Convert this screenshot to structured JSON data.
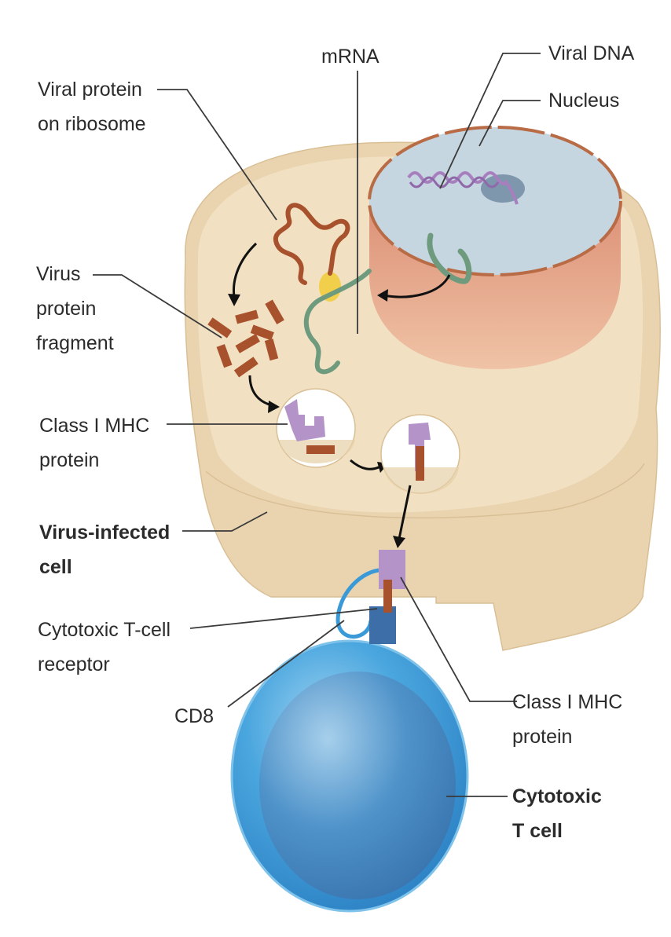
{
  "labels": {
    "mrna": "mRNA",
    "viral_dna": "Viral DNA",
    "nucleus": "Nucleus",
    "viral_protein_ribosome": [
      "Viral protein",
      "on ribosome"
    ],
    "virus_protein_fragment": [
      "Virus",
      "protein",
      "fragment"
    ],
    "class1_mhc_left": [
      "Class I MHC",
      "protein"
    ],
    "virus_infected_cell": [
      "Virus-infected",
      "cell"
    ],
    "tcell_receptor": [
      "Cytotoxic T-cell",
      "receptor"
    ],
    "cd8": "CD8",
    "class1_mhc_right": [
      "Class I MHC",
      "protein"
    ],
    "cytotoxic_tcell": [
      "Cytotoxic",
      "T cell"
    ]
  },
  "colors": {
    "cell_fill": "#ecd7b4",
    "cell_top": "#f1dfbf",
    "nucleus_fill": "#c8d8e2",
    "nucleus_side": "#e7a48a",
    "protein": "#a8522d",
    "mrna": "#6e9b7e",
    "viral_dna": "#a77fbf",
    "mhc": "#b493c8",
    "ribosome": "#f2cf4a",
    "tcell": "#3f9fdc",
    "tcell_dark": "#2f6fa7",
    "receptor": "#3d6ea8"
  }
}
